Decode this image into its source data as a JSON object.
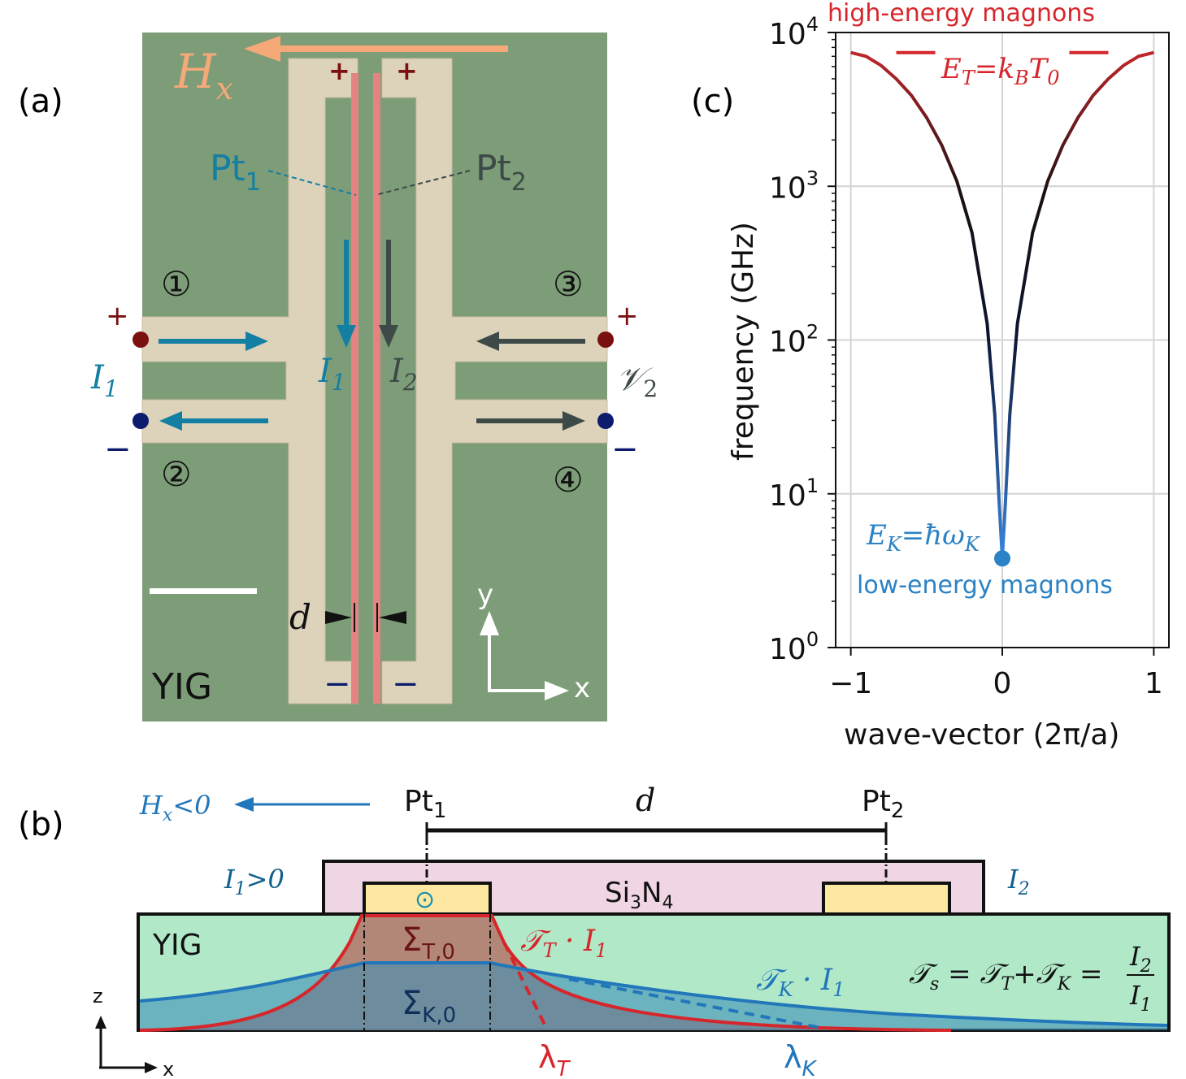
{
  "panel_a": {
    "label": "(a)",
    "field_label": "H",
    "field_sub": "x",
    "pt1_label": "Pt",
    "pt1_sub": "1",
    "pt2_label": "Pt",
    "pt2_sub": "2",
    "terminal_1": "①",
    "terminal_2": "②",
    "terminal_3": "③",
    "terminal_4": "④",
    "plus": "+",
    "minus": "−",
    "current_1": "I",
    "current_1_sub": "1",
    "current_2": "I",
    "current_2_sub": "2",
    "voltage_2": "𝒱",
    "voltage_2_sub": "2",
    "gap_label": "d",
    "substrate": "YIG",
    "axis_y": "y",
    "axis_x": "x",
    "colors": {
      "substrate": "#7d9c78",
      "contact": "#ddd3bb",
      "strip": "#e07f7f",
      "blue": "#127fa3",
      "dark": "#3d4a48",
      "red": "#7a1010",
      "orange": "#f5a878"
    }
  },
  "panel_b": {
    "label": "(b)",
    "field_dir": "H",
    "field_dir_sub": "x",
    "field_dir_rest": "<0",
    "pt1_label": "Pt",
    "pt1_sub": "1",
    "pt2_label": "Pt",
    "pt2_sub": "2",
    "distance": "d",
    "layer_label": "Si",
    "layer_sub1": "3",
    "layer_mid": "N",
    "layer_sub2": "4",
    "current_1": "I",
    "current_1_sub": "1",
    "current_1_rest": ">0",
    "current_2": "I",
    "current_2_sub": "2",
    "substrate": "YIG",
    "sigma_T": "Σ",
    "sigma_T_sub": "T,0",
    "sigma_K": "Σ",
    "sigma_K_sub": "K,0",
    "thermal_term": "𝒯",
    "thermal_sub": "T",
    "thermal_rest": " · I",
    "thermal_rest_sub": "1",
    "kinetic_term": "𝒯",
    "kinetic_sub": "K",
    "kinetic_rest": " · I",
    "kinetic_rest_sub": "1",
    "eq_lhs": "𝒯",
    "eq_lhs_sub": "s",
    "eq_mid": " = 𝒯",
    "eq_t_sub": "T",
    "eq_plus": "+𝒯",
    "eq_k_sub": "K",
    "eq_eq": " =",
    "eq_num": "I",
    "eq_num_sub": "2",
    "eq_den": "I",
    "eq_den_sub": "1",
    "lambda_T": "λ",
    "lambda_T_sub": "T",
    "lambda_K": "λ",
    "lambda_K_sub": "K",
    "axis_z": "z",
    "axis_x": "x",
    "dot_symbol": "⊙",
    "colors": {
      "yig": "#b0e8c8",
      "si3n4": "#f0d6e4",
      "pt": "#fce8a0",
      "red": "#d7262b",
      "blue": "#2277bb",
      "darkblue": "#0f5f8c"
    }
  },
  "panel_c": {
    "label": "(c)",
    "top_annotation": "high-energy magnons",
    "thermal_label": "E",
    "thermal_label_sub1": "T",
    "thermal_label_mid": "=k",
    "thermal_label_sub2": "B",
    "thermal_label_end": "T",
    "thermal_label_sub3": "0",
    "kinetic_label": "E",
    "kinetic_label_sub1": "K",
    "kinetic_label_mid": "=ħω",
    "kinetic_label_sub2": "K",
    "bottom_annotation": "low-energy magnons",
    "xlabel": "wave-vector (2π/a)",
    "ylabel": "frequency (GHz)"
  },
  "chart_data": {
    "type": "line",
    "title": "",
    "xlabel": "wave-vector (2π/a)",
    "ylabel": "frequency (GHz)",
    "xlim": [
      -1.1,
      1.1
    ],
    "ylim": [
      1,
      10000
    ],
    "yscale": "log",
    "x_ticks": [
      -1,
      0,
      1
    ],
    "x_tick_labels": [
      "−1",
      "0",
      "1"
    ],
    "y_ticks": [
      1,
      10,
      100,
      1000,
      10000
    ],
    "y_tick_labels": [
      "10^0",
      "10^1",
      "10^2",
      "10^3",
      "10^4"
    ],
    "grid": true,
    "series": [
      {
        "x": [
          -1.0,
          -0.9,
          -0.8,
          -0.7,
          -0.6,
          -0.5,
          -0.4,
          -0.3,
          -0.2,
          -0.1,
          -0.05,
          -0.02,
          0.0,
          0.02,
          0.05,
          0.1,
          0.2,
          0.3,
          0.4,
          0.5,
          0.6,
          0.7,
          0.8,
          0.9,
          1.0
        ],
        "y": [
          7400,
          7000,
          6100,
          5000,
          3900,
          2800,
          1850,
          1080,
          500,
          128,
          33,
          8.5,
          3.8,
          8.5,
          33,
          128,
          500,
          1080,
          1850,
          2800,
          3900,
          5000,
          6100,
          7000,
          7400
        ]
      }
    ],
    "markers": [
      {
        "x": 0,
        "y": 3.8,
        "color": "#2b82c4"
      }
    ],
    "hlines": [
      {
        "y": 7400,
        "x_from": -0.7,
        "x_to": 0.7,
        "color": "#d7262b"
      }
    ]
  }
}
